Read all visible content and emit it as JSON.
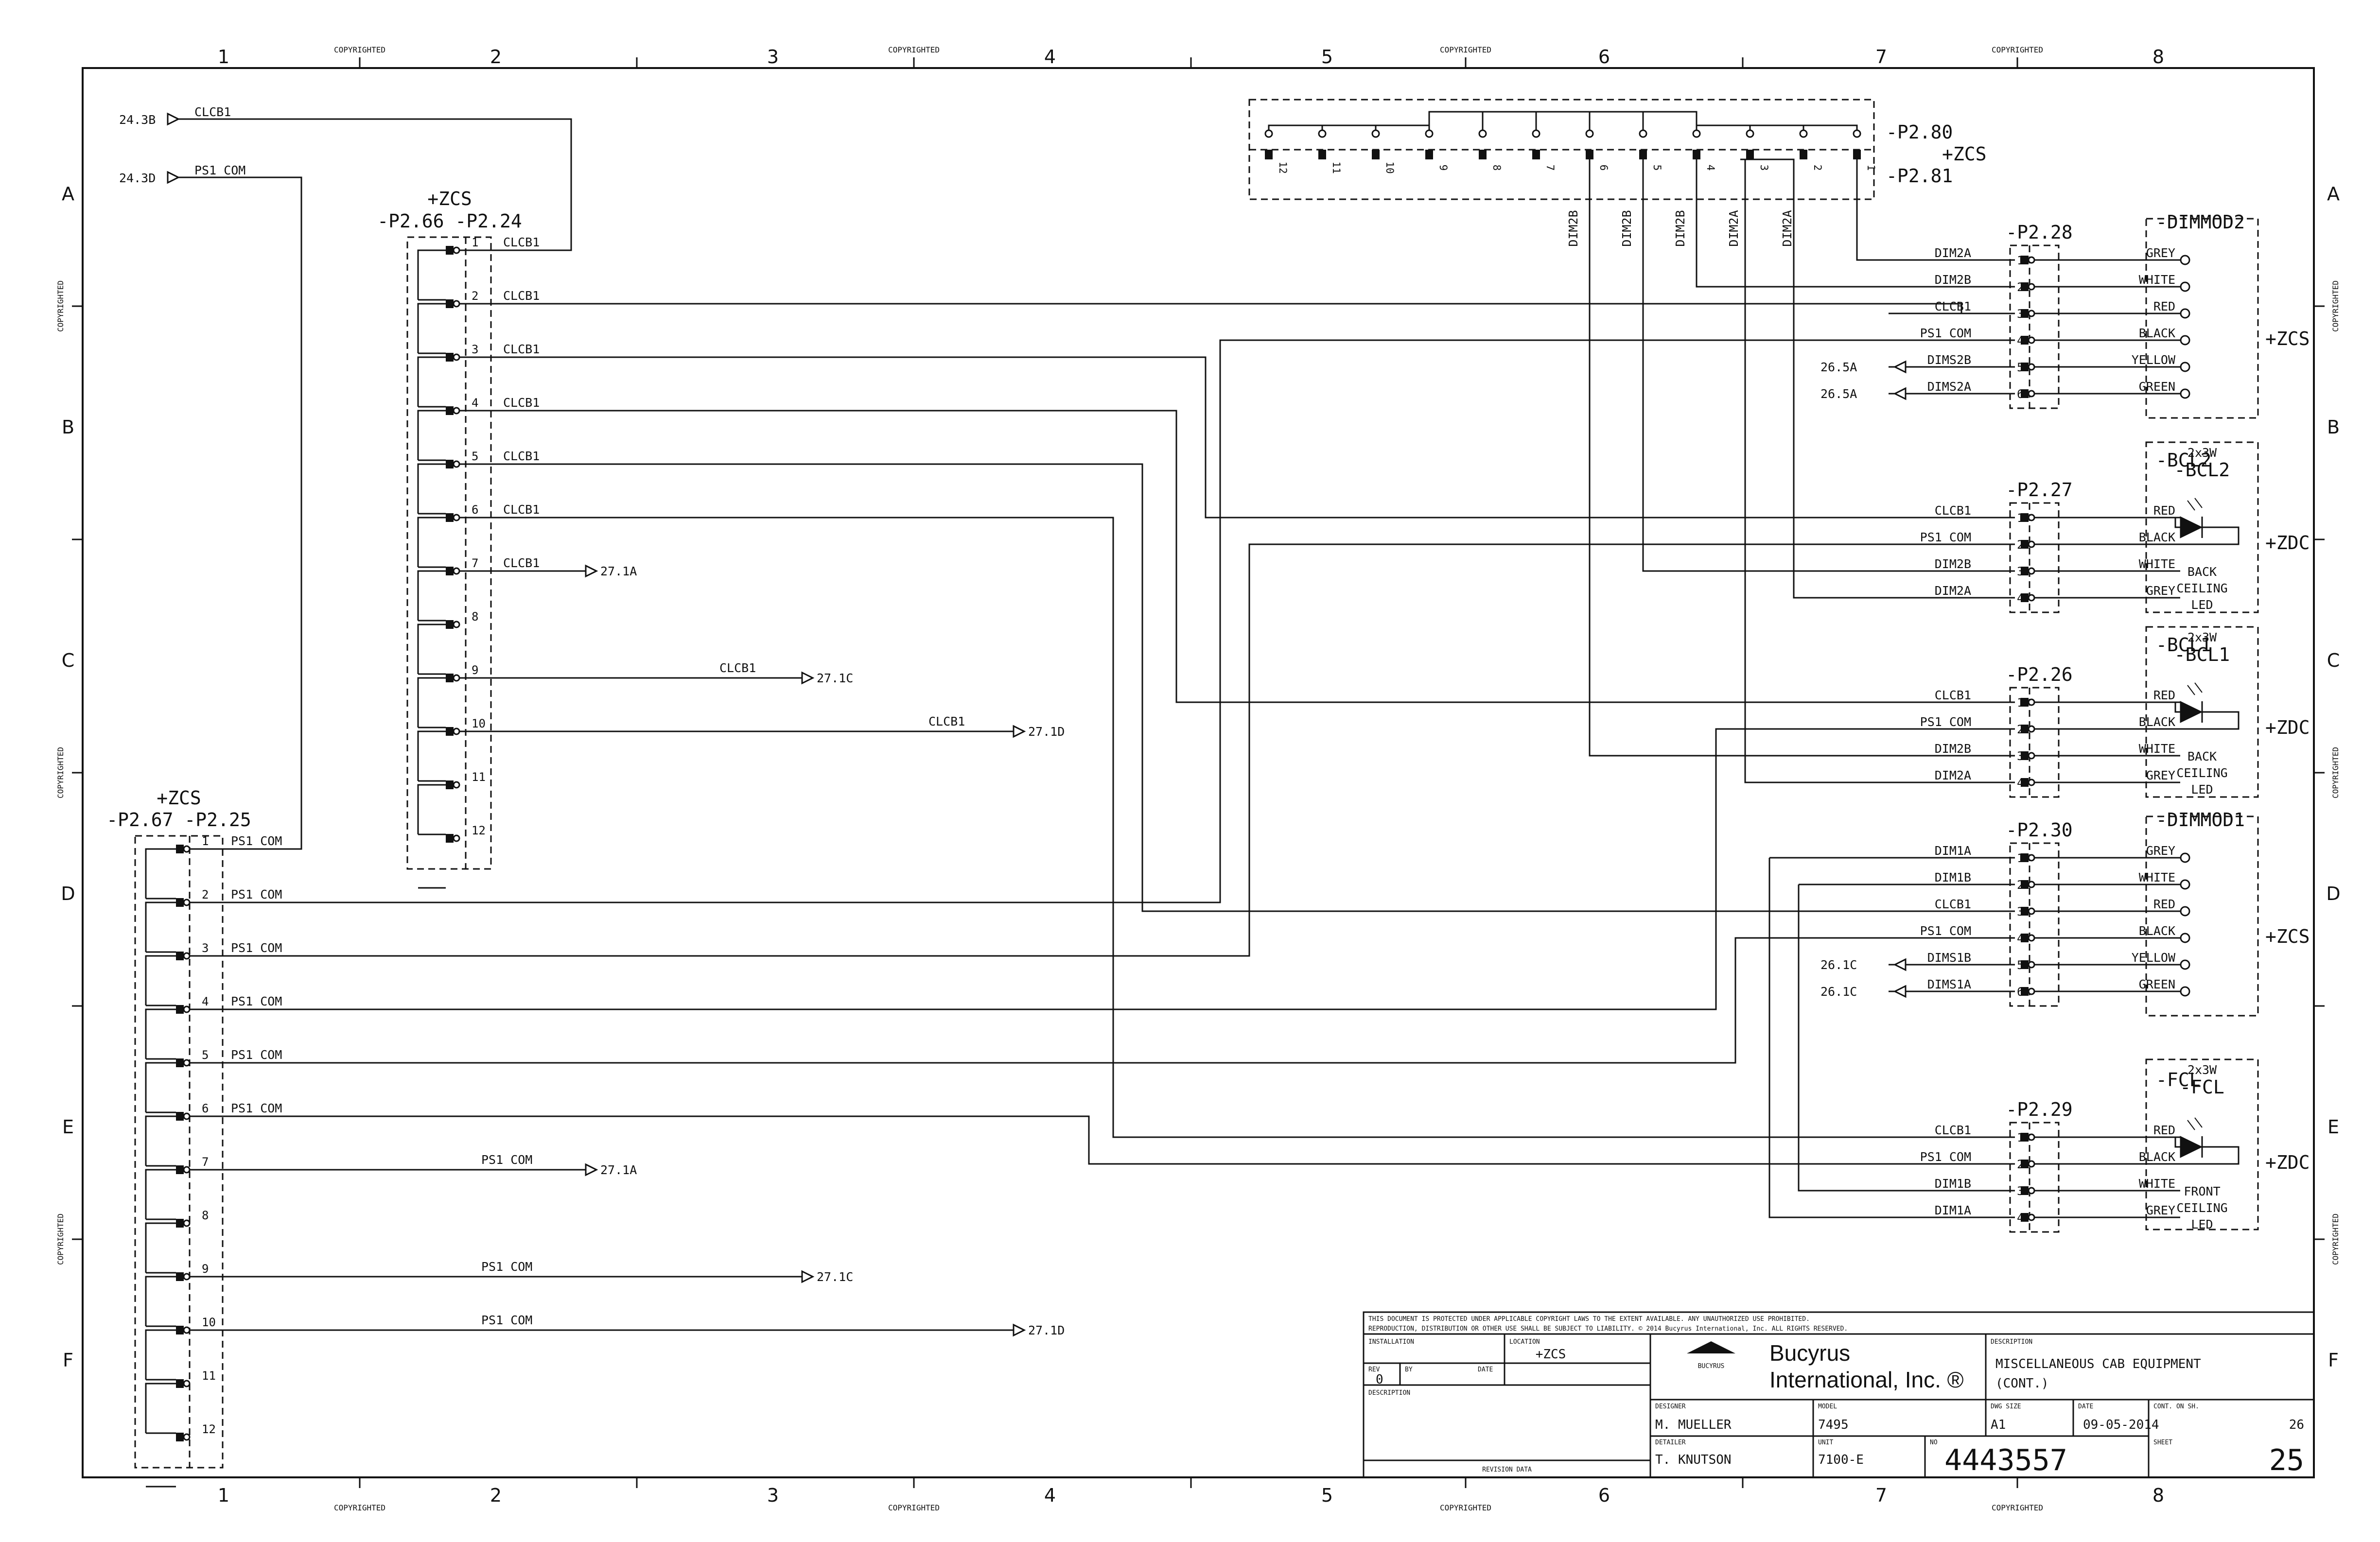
{
  "frame": {
    "columns": [
      "1",
      "2",
      "3",
      "4",
      "5",
      "6",
      "7",
      "8"
    ],
    "rows": [
      "A",
      "B",
      "C",
      "D",
      "E",
      "F"
    ],
    "copyright": "COPYRIGHTED"
  },
  "top_connector": {
    "ref1": "-P2.80",
    "ref2": "-P2.81",
    "location": "+ZCS",
    "pins": [
      "12",
      "11",
      "10",
      "9",
      "8",
      "7",
      "6",
      "5",
      "4",
      "3",
      "2",
      "1"
    ],
    "wires": [
      "DIM2B",
      "DIM2B",
      "DIM2B",
      "DIM2A",
      "DIM2A"
    ]
  },
  "inputs": [
    {
      "ref": "24.3B",
      "label": "CLCB1"
    },
    {
      "ref": "24.3D",
      "label": "PS1 COM"
    }
  ],
  "zcs_upper": {
    "location": "+ZCS",
    "refs": "-P2.66 -P2.24",
    "pins": [
      "1",
      "2",
      "3",
      "4",
      "5",
      "6",
      "7",
      "8",
      "9",
      "10",
      "11",
      "12"
    ],
    "labels": [
      "CLCB1",
      "CLCB1",
      "CLCB1",
      "CLCB1",
      "CLCB1",
      "CLCB1",
      "CLCB1",
      "CLCB1",
      "CLCB1"
    ],
    "offpage": [
      "27.1A",
      "27.1C",
      "27.1D"
    ]
  },
  "zcs_lower": {
    "location": "+ZCS",
    "refs": "-P2.67 -P2.25",
    "pins": [
      "1",
      "2",
      "3",
      "4",
      "5",
      "6",
      "7",
      "8",
      "9",
      "10",
      "11",
      "12"
    ],
    "labels": [
      "PS1 COM",
      "PS1 COM",
      "PS1 COM",
      "PS1 COM",
      "PS1 COM",
      "PS1 COM",
      "PS1 COM",
      "PS1 COM",
      "PS1 COM"
    ],
    "offpage": [
      "27.1A",
      "27.1C",
      "27.1D"
    ]
  },
  "devices": [
    {
      "conn": "-P2.28",
      "name": "-DIMMOD2",
      "loc": "+ZCS",
      "signals": [
        "DIM2A",
        "DIM2B",
        "CLCB1",
        "PS1 COM",
        "DIMS2B",
        "DIMS2A"
      ],
      "pins": [
        "1",
        "2",
        "3",
        "4",
        "5",
        "6"
      ],
      "colors": [
        "GREY",
        "WHITE",
        "RED",
        "BLACK",
        "YELLOW",
        "GREEN"
      ],
      "outs": [
        "26.5A",
        "26.5A"
      ]
    },
    {
      "conn": "-P2.27",
      "rating": "2x3W",
      "name": "-BCL2",
      "loc": "+ZDC",
      "signals": [
        "CLCB1",
        "PS1 COM",
        "DIM2B",
        "DIM2A"
      ],
      "pins": [
        "1",
        "2",
        "3",
        "4"
      ],
      "colors": [
        "RED",
        "BLACK",
        "WHITE",
        "GREY"
      ],
      "desc": [
        "BACK",
        "CEILING",
        "LED"
      ]
    },
    {
      "conn": "-P2.26",
      "rating": "2x3W",
      "name": "-BCL1",
      "loc": "+ZDC",
      "signals": [
        "CLCB1",
        "PS1 COM",
        "DIM2B",
        "DIM2A"
      ],
      "pins": [
        "1",
        "2",
        "3",
        "4"
      ],
      "colors": [
        "RED",
        "BLACK",
        "WHITE",
        "GREY"
      ],
      "desc": [
        "BACK",
        "CEILING",
        "LED"
      ]
    },
    {
      "conn": "-P2.30",
      "name": "-DIMMOD1",
      "loc": "+ZCS",
      "signals": [
        "DIM1A",
        "DIM1B",
        "CLCB1",
        "PS1 COM",
        "DIMS1B",
        "DIMS1A"
      ],
      "pins": [
        "1",
        "2",
        "3",
        "4",
        "5",
        "6"
      ],
      "colors": [
        "GREY",
        "WHITE",
        "RED",
        "BLACK",
        "YELLOW",
        "GREEN"
      ],
      "outs": [
        "26.1C",
        "26.1C"
      ]
    },
    {
      "conn": "-P2.29",
      "rating": "2x3W",
      "name": "-FCL",
      "loc": "+ZDC",
      "signals": [
        "CLCB1",
        "PS1 COM",
        "DIM1B",
        "DIM1A"
      ],
      "pins": [
        "1",
        "2",
        "3",
        "4"
      ],
      "colors": [
        "RED",
        "BLACK",
        "WHITE",
        "GREY"
      ],
      "desc": [
        "FRONT",
        "CEILING",
        "LED"
      ]
    }
  ],
  "title_block": {
    "notice1": "THIS DOCUMENT IS PROTECTED UNDER APPLICABLE COPYRIGHT LAWS TO THE EXTENT AVAILABLE.  ANY UNAUTHORIZED USE PROHIBITED.",
    "notice2": "REPRODUCTION, DISTRIBUTION OR OTHER USE SHALL BE SUBJECT TO LIABILITY. © 2014 Bucyrus International, Inc. ALL RIGHTS RESERVED.",
    "installation_label": "INSTALLATION",
    "location_label": "LOCATION",
    "location": "+ZCS",
    "rev_label": "REV",
    "rev": "0",
    "by_label": "BY",
    "date_label": "DATE",
    "description_label": "DESCRIPTION",
    "revision_data": "REVISION DATA",
    "company_line1": "Bucyrus",
    "company_line2": "International, Inc. ®",
    "logo": "BUCYRUS",
    "designer_label": "DESIGNER",
    "designer": "M. MUELLER",
    "detailer_label": "DETAILER",
    "detailer": "T. KNUTSON",
    "model_label": "MODEL",
    "model": "7495",
    "unit_label": "UNIT",
    "unit": "7100-E",
    "no_label": "NO",
    "drawing_no": "4443557",
    "desc_label": "DESCRIPTION",
    "description_line1": "MISCELLANEOUS CAB EQUIPMENT",
    "description_line2": "(CONT.)",
    "dwg_size_label": "DWG SIZE",
    "dwg_size": "A1",
    "date": "09-05-2014",
    "cont_label": "CONT. ON SH.",
    "cont": "26",
    "sheet_label": "SHEET",
    "sheet": "25"
  }
}
